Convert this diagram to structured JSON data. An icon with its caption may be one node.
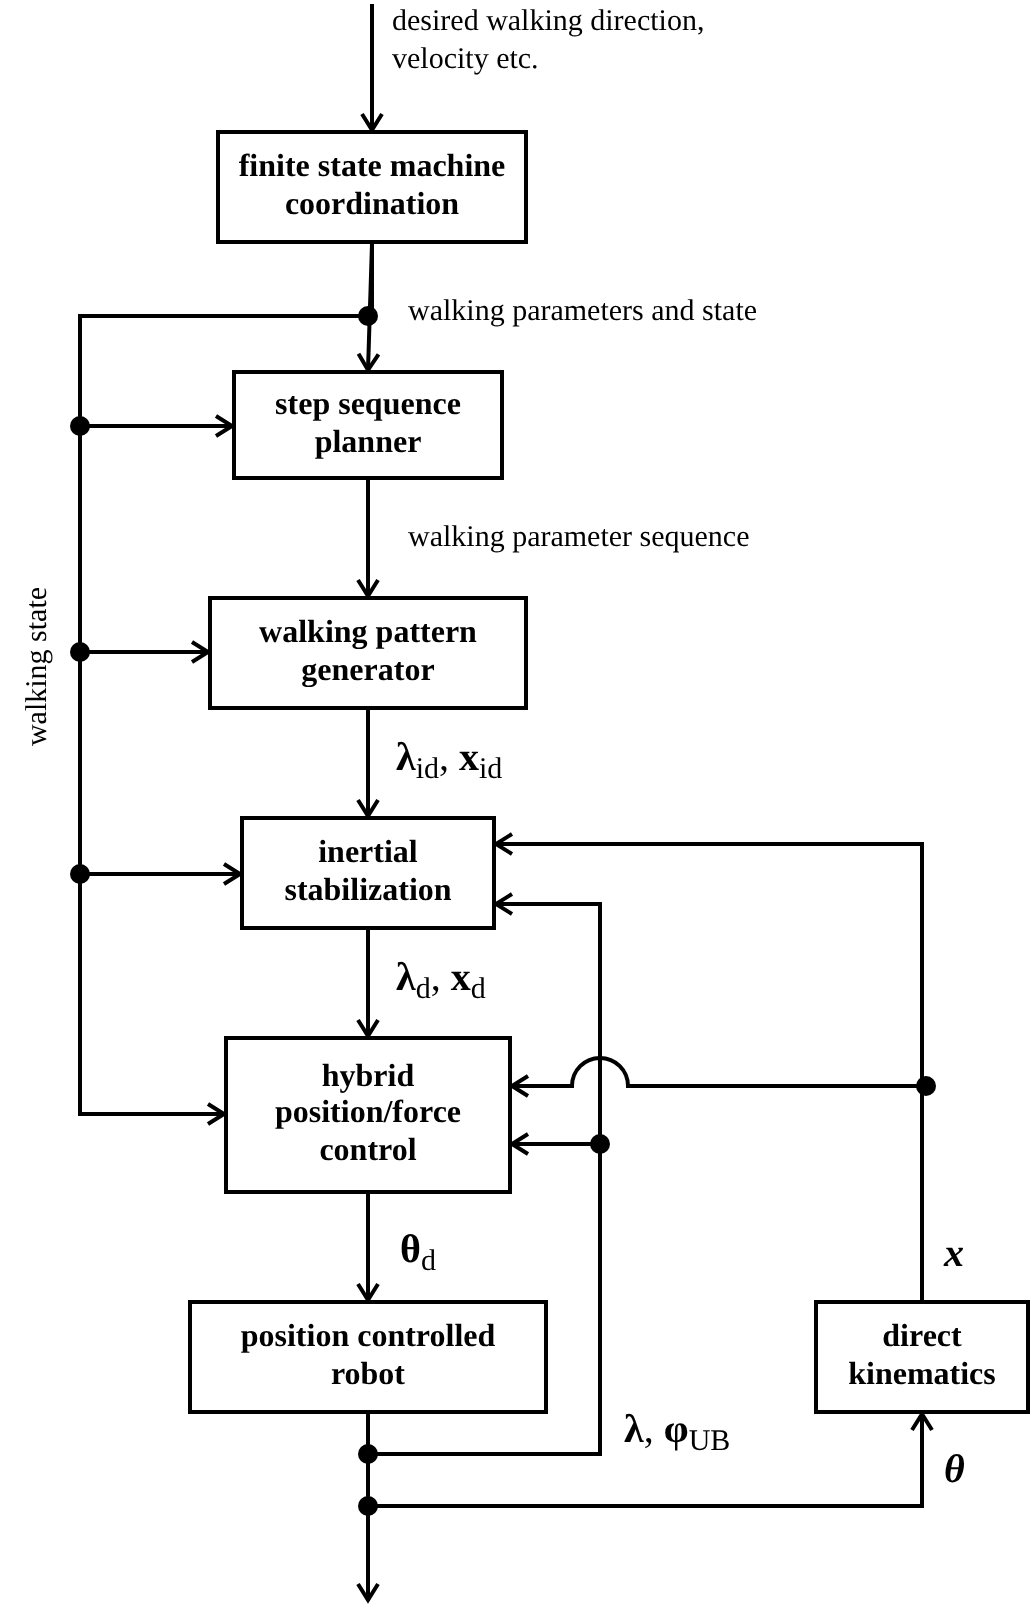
{
  "diagram": {
    "nodes": [
      {
        "text": [
          "finite state machine coordination"
        ]
      },
      {
        "text": [
          "step sequence planner"
        ]
      },
      {
        "text": [
          "walking pattern generator"
        ]
      },
      {
        "text": [
          "inertial stabilization"
        ]
      },
      {
        "text": [
          "hybrid position/force control"
        ]
      },
      {
        "text": [
          "position controlled robot"
        ]
      },
      {
        "text": [
          "direct kinematics"
        ]
      }
    ],
    "edges": [
      {
        "from": null,
        "to": 0,
        "arrow": "to",
        "label": "desired walking direction, velocity etc."
      },
      {
        "from": 0,
        "to": 1,
        "arrow": "to",
        "label": "walking parameters and state"
      },
      {
        "from": 0,
        "to": 1,
        "arrow": "to"
      },
      {
        "from": 0,
        "to": 2,
        "arrow": "to"
      },
      {
        "from": 0,
        "to": 3,
        "arrow": "to"
      },
      {
        "from": 0,
        "to": 4,
        "arrow": "to"
      },
      {
        "from": 1,
        "to": 2,
        "arrow": "to",
        "label": "walking parameter sequence"
      },
      {
        "from": 2,
        "to": 3,
        "arrow": "to",
        "label": "**λ**$_{id}$, **x**$_{id}$"
      },
      {
        "from": 3,
        "to": 4,
        "arrow": "to",
        "label": "**λ**$_{d}$, **x**$_{d}$"
      },
      {
        "from": 4,
        "to": 5,
        "arrow": "to",
        "label": "**θ**$_{d}$"
      },
      {
        "from": 5,
        "to": null,
        "arrow": "to"
      },
      {
        "from": 5,
        "to": 3,
        "arrow": "to",
        "label": "**λ**, **φ**$_{UB}$"
      },
      {
        "from": 5,
        "to": 4,
        "arrow": "to"
      },
      {
        "from": 5,
        "to": 6,
        "arrow": "to",
        "label": "θ"
      },
      {
        "from": 6,
        "to": 3,
        "arrow": "to",
        "label": "x"
      },
      {
        "from": 6,
        "to": 4,
        "arrow": "to"
      }
    ],
    "labels": [
      "walking state"
    ]
  }
}
